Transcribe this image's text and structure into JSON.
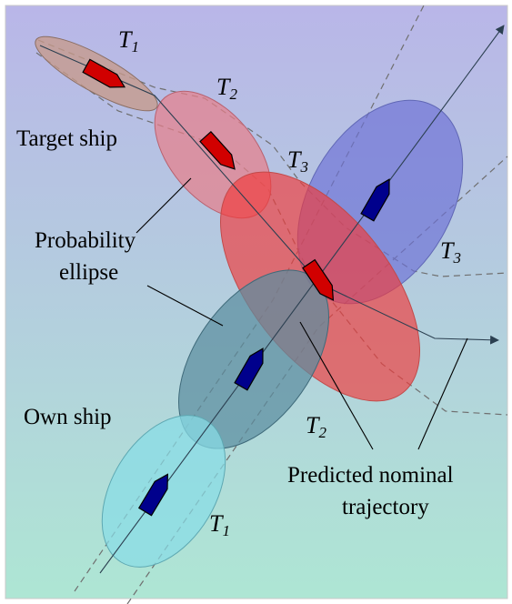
{
  "labels": {
    "target_ship": "Target ship",
    "probability_line1": "Probability",
    "probability_line2": "ellipse",
    "own_ship": "Own ship",
    "predicted_line1": "Predicted nominal",
    "predicted_line2": "trajectory"
  },
  "time_labels": {
    "target_t1": {
      "base": "T",
      "sub": "1"
    },
    "target_t2": {
      "base": "T",
      "sub": "2"
    },
    "target_t3": {
      "base": "T",
      "sub": "3"
    },
    "own_t1": {
      "base": "T",
      "sub": "1"
    },
    "own_t2": {
      "base": "T",
      "sub": "2"
    },
    "own_t3": {
      "base": "T",
      "sub": "3"
    }
  },
  "colors": {
    "background_top": "#b9b6e8",
    "background_bottom": "#aee6d4",
    "target_ship_fill": "#d10000",
    "own_ship_fill": "#00008c",
    "ellipse_target_t1": "#c69a8a",
    "ellipse_target_t2": "#e67f8a",
    "ellipse_target_t3": "#f23a3a",
    "ellipse_own_t1": "#88dde6",
    "ellipse_own_t2": "#5b8ea0",
    "ellipse_own_t3": "#6d72d6"
  }
}
